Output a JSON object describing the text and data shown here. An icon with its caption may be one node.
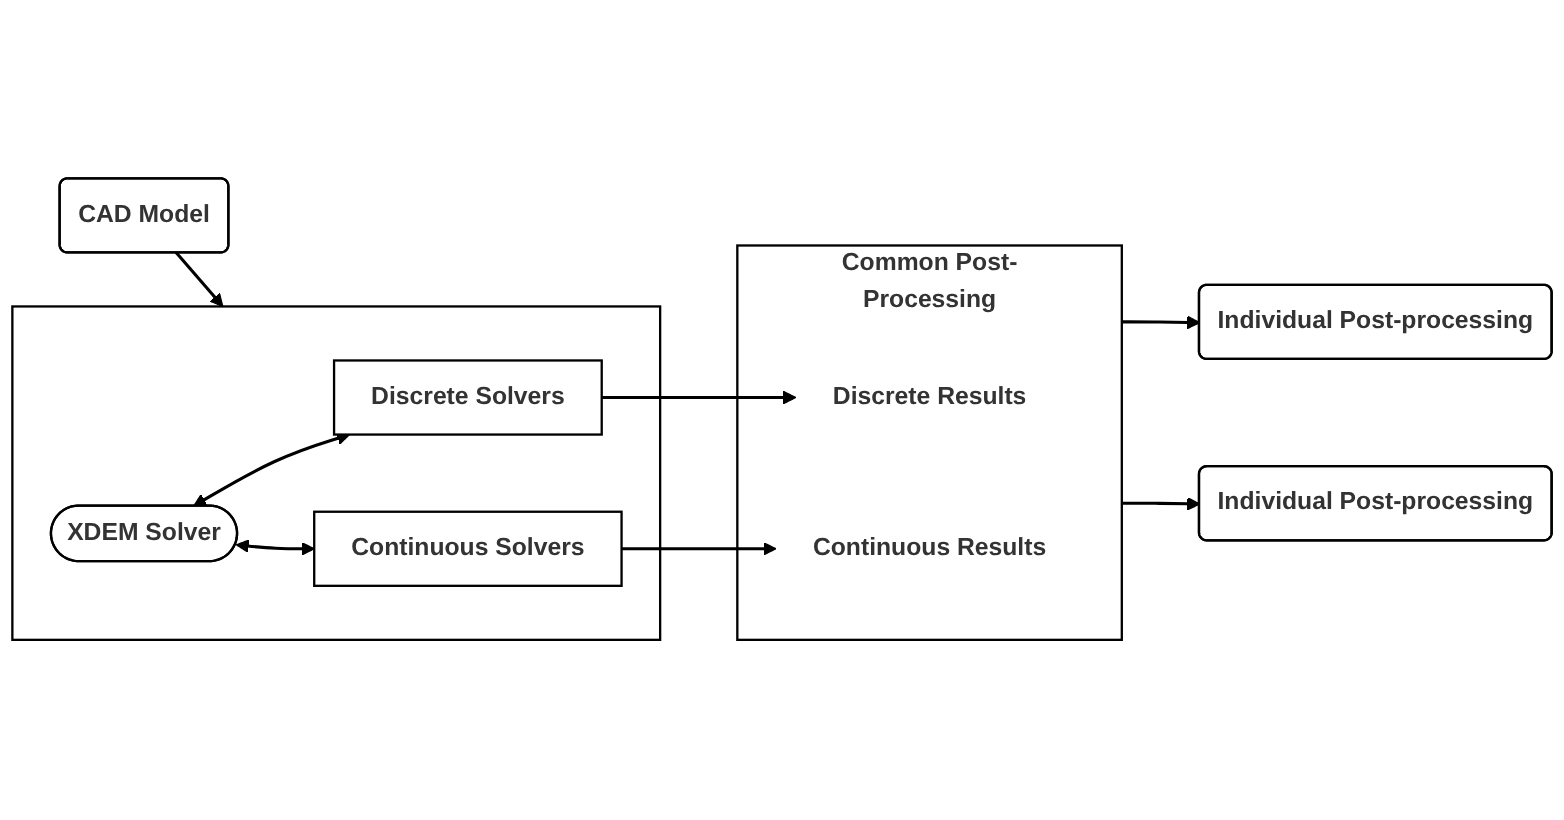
{
  "diagram": {
    "nodes": [
      {
        "text": [
          "CAD Model"
        ]
      },
      {
        "text": [],
        "shape": "box"
      },
      {
        "text": [
          "Discrete Solvers"
        ],
        "in": 1
      },
      {
        "text": [
          "XDEM Solver"
        ],
        "in": 1
      },
      {
        "text": [
          "Continuous Solvers"
        ],
        "in": 1
      },
      {
        "text": [
          "Common Post-Processing"
        ]
      },
      {
        "text": [
          "Discrete Results"
        ],
        "in": 5
      },
      {
        "text": [
          "Continuous Results"
        ],
        "in": 5
      },
      {
        "text": [
          "Individual Post-processing"
        ]
      },
      {
        "text": [
          "Individual Post-processing"
        ]
      }
    ],
    "edges": [
      {
        "from": 0,
        "to": 1,
        "arrow": "to"
      },
      {
        "from": 3,
        "to": 2,
        "arrow": "both"
      },
      {
        "from": 3,
        "to": 4,
        "arrow": "both"
      },
      {
        "from": 2,
        "to": 6,
        "arrow": "to"
      },
      {
        "from": 4,
        "to": 7,
        "arrow": "to"
      },
      {
        "from": 5,
        "to": 8,
        "arrow": "to"
      },
      {
        "from": 5,
        "to": 9,
        "arrow": "to"
      }
    ]
  }
}
